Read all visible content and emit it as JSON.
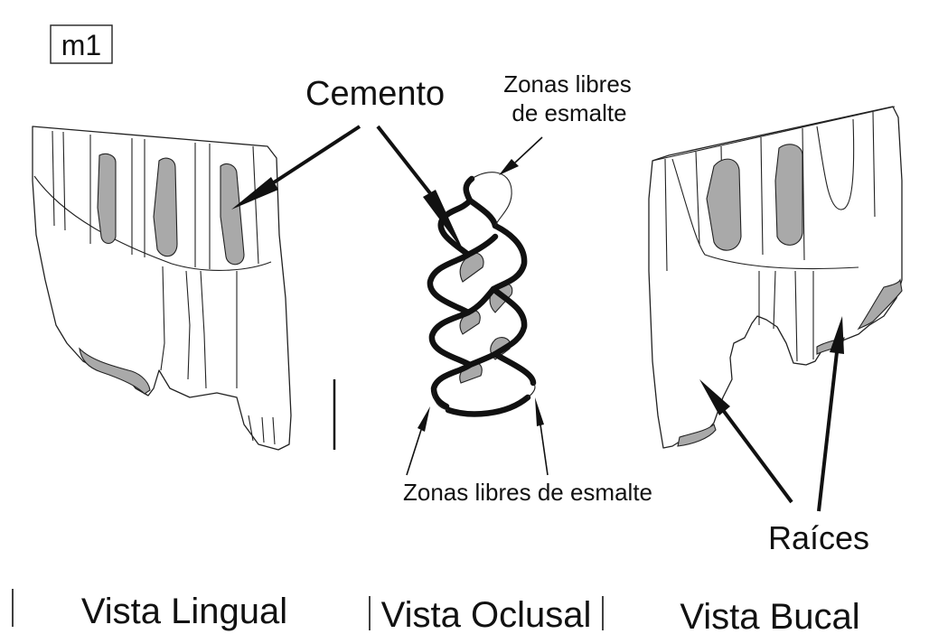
{
  "tooth_label": "m1",
  "labels": {
    "cemento": "Cemento",
    "zonas_top_line1": "Zonas libres",
    "zonas_top_line2": "de esmalte",
    "zonas_bottom": "Zonas libres de esmalte",
    "raices": "Raíces"
  },
  "views": {
    "lingual": "Vista Lingual",
    "oclusal": "Vista Oclusal",
    "bucal": "Vista Bucal"
  },
  "colors": {
    "cement_fill": "#a9a9a9",
    "enamel": "#111111",
    "outline": "#222222"
  }
}
